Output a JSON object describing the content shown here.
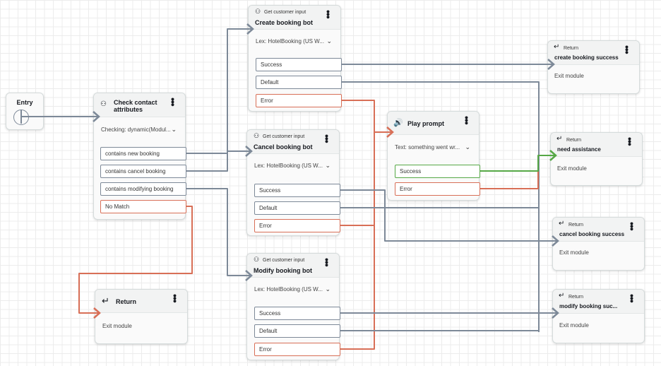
{
  "colors": {
    "default": "#7d8998",
    "error": "#d86f57",
    "success": "#56a846"
  },
  "entry": {
    "label": "Entry"
  },
  "check": {
    "title": "Check contact attributes",
    "checking": "Checking: dynamic(Modul...",
    "branches": [
      "contains new booking",
      "contains cancel booking",
      "contains modifying booking",
      "No Match"
    ]
  },
  "create_bot": {
    "type": "Get customer input",
    "title": "Create booking bot",
    "lex": "Lex: HotelBooking (US W...",
    "branches": [
      "Success",
      "Default",
      "Error"
    ]
  },
  "cancel_bot": {
    "type": "Get customer input",
    "title": "Cancel booking bot",
    "lex": "Lex: HotelBooking (US W...",
    "branches": [
      "Success",
      "Default",
      "Error"
    ]
  },
  "modify_bot": {
    "type": "Get customer input",
    "title": "Modify booking bot",
    "lex": "Lex: HotelBooking (US W...",
    "branches": [
      "Success",
      "Default",
      "Error"
    ]
  },
  "play": {
    "title": "Play prompt",
    "text": "Text: something went wr...",
    "branches": [
      "Success",
      "Error"
    ]
  },
  "returns": [
    {
      "type": "Return",
      "title": "create booking success",
      "exit": "Exit module"
    },
    {
      "type": "Return",
      "title": "need assistance",
      "exit": "Exit module"
    },
    {
      "type": "Return",
      "title": "cancel booking success",
      "exit": "Exit module"
    },
    {
      "type": "Return",
      "title": "modify booking suc...",
      "exit": "Exit module"
    }
  ],
  "return_main": {
    "title": "Return",
    "exit": "Exit module"
  }
}
